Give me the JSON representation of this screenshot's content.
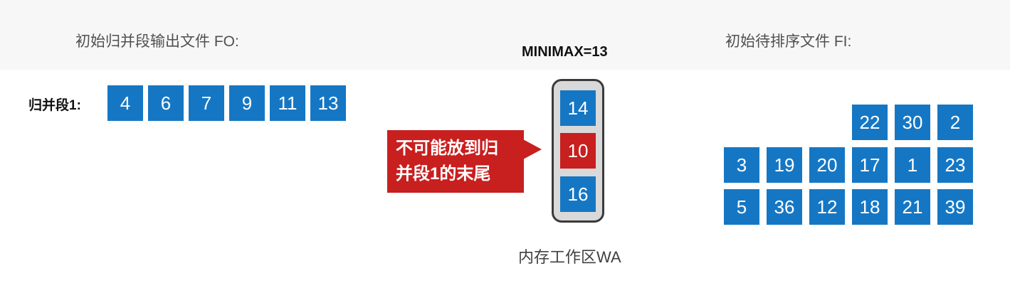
{
  "fo": {
    "heading": "初始归并段输出文件 FO:",
    "segment_label": "归并段1:",
    "values": [
      "4",
      "6",
      "7",
      "9",
      "11",
      "13"
    ]
  },
  "wa": {
    "minimax": "MINIMAX=13",
    "values": [
      "14",
      "10",
      "16"
    ],
    "highlight_index": 1,
    "label": "内存工作区WA",
    "callout_line1": "不可能放到归",
    "callout_line2": "并段1的末尾"
  },
  "fi": {
    "heading": "初始待排序文件 FI:",
    "row1": [
      "22",
      "30",
      "2"
    ],
    "row2": [
      "3",
      "19",
      "20",
      "17",
      "1",
      "23"
    ],
    "row3": [
      "5",
      "36",
      "12",
      "18",
      "21",
      "39"
    ]
  },
  "colors": {
    "blue": "#1577c4",
    "red": "#c81f1f",
    "border": "#3a3a3a"
  }
}
